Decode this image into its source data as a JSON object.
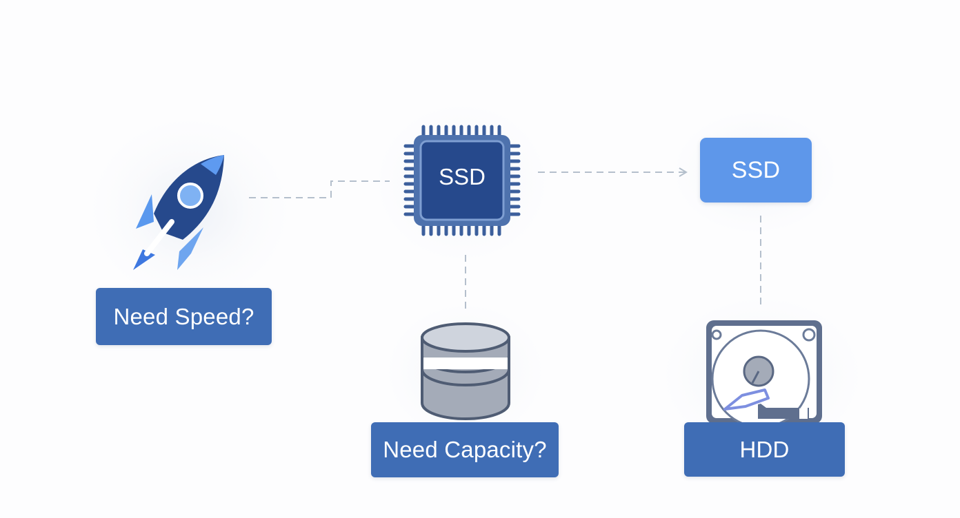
{
  "diagram": {
    "speed_question": "Need Speed?",
    "chip_label": "SSD",
    "ssd_result": "SSD",
    "capacity_question": "Need Capacity?",
    "hdd_result": "HDD"
  },
  "colors": {
    "dark_blue": "#3f6db5",
    "light_blue": "#5e97ea",
    "chip_blue": "#26498c",
    "connector_gray": "#b4bfcc",
    "database_gray": "#a4abb8"
  },
  "icons": [
    "rocket-icon",
    "chip-icon",
    "database-icon",
    "hard-drive-icon"
  ]
}
